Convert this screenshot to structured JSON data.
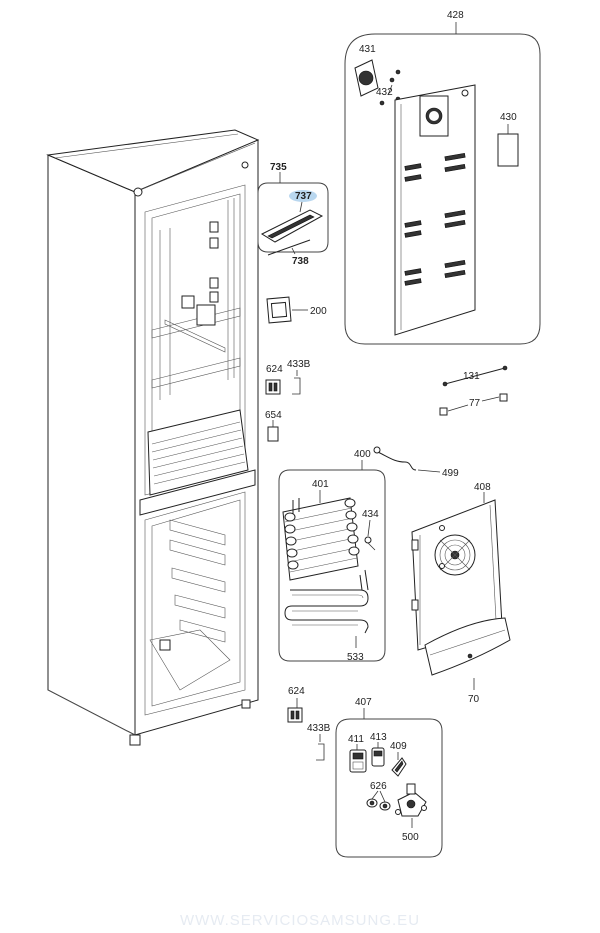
{
  "labels": {
    "l428": "428",
    "l431": "431",
    "l432": "432",
    "l430": "430",
    "l735": "735",
    "l737": "737",
    "l738": "738",
    "l200": "200",
    "l624a": "624",
    "l433b_a": "433B",
    "l654": "654",
    "l131": "131",
    "l77": "77",
    "l400": "400",
    "l499": "499",
    "l401": "401",
    "l434": "434",
    "l533": "533",
    "l408": "408",
    "l70": "70",
    "l624b": "624",
    "l433b_b": "433B",
    "l407": "407",
    "l411": "411",
    "l413": "413",
    "l409": "409",
    "l626": "626",
    "l500": "500"
  },
  "watermark": "WWW.SERVICIOSAMSUNG.EU",
  "colors": {
    "highlight": "#b9d7ef",
    "line": "#333333"
  }
}
